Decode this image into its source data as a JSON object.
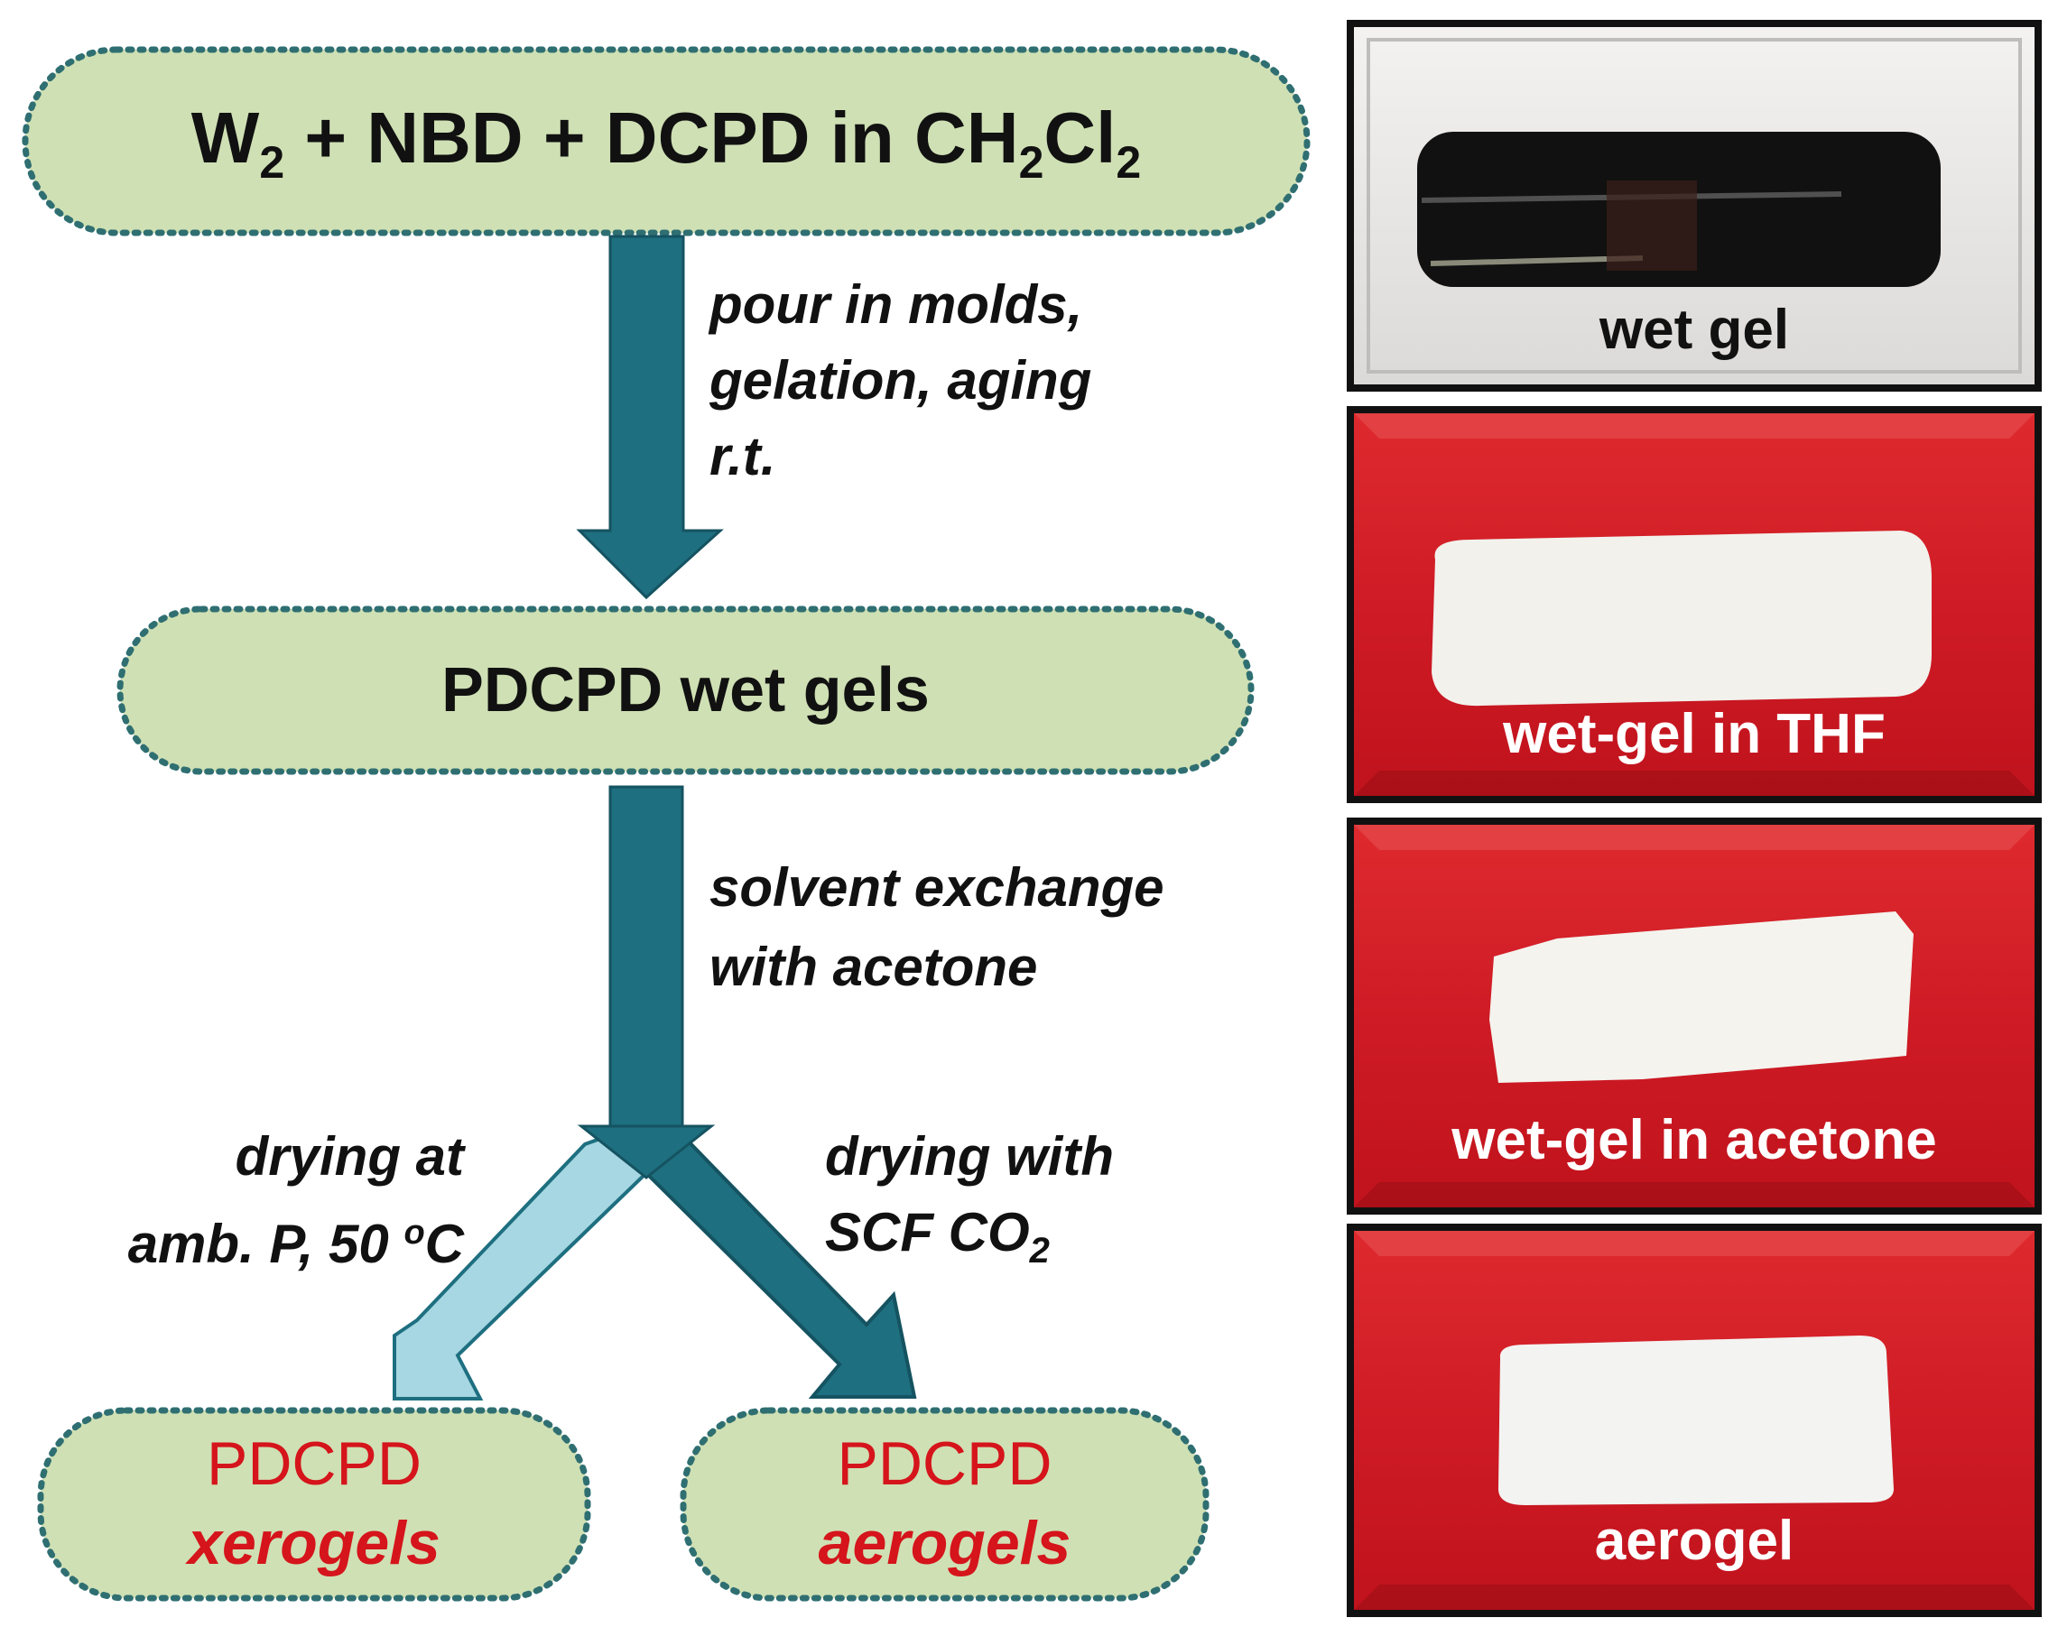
{
  "flow": {
    "step1": {
      "parts": [
        "W",
        "2",
        " + NBD + DCPD in CH",
        "2",
        "Cl",
        "2"
      ]
    },
    "arrow1_note": [
      "pour in molds,",
      "gelation, aging",
      "r.t."
    ],
    "step2": {
      "label": "PDCPD wet gels"
    },
    "arrow2_note": [
      "solvent exchange",
      "with acetone"
    ],
    "left_note": [
      "drying at",
      "amb. P, 50 ",
      "o",
      "C"
    ],
    "right_note": [
      "drying with",
      "SCF CO",
      "2"
    ],
    "xerogel": {
      "line1": "PDCPD",
      "line2": "xerogels"
    },
    "aerogel": {
      "line1": "PDCPD",
      "line2": "aerogels"
    }
  },
  "photos": [
    {
      "caption": "wet gel",
      "background": "#e8e6e4",
      "sample_color": "#111111"
    },
    {
      "caption": "wet-gel in THF",
      "background": "#cf1b25",
      "sample_color": "#f2f1ec"
    },
    {
      "caption": "wet-gel in acetone",
      "background": "#cf1b25",
      "sample_color": "#f4f3ee"
    },
    {
      "caption": "aerogel",
      "background": "#cf1b25",
      "sample_color": "#f3f3f1"
    }
  ],
  "colors": {
    "box_fill": "#cfe0b4",
    "box_border": "#2f6f72",
    "arrow_dark": "#1e6f80",
    "arrow_light": "#a6d7e2",
    "red_text": "#d5141b"
  }
}
